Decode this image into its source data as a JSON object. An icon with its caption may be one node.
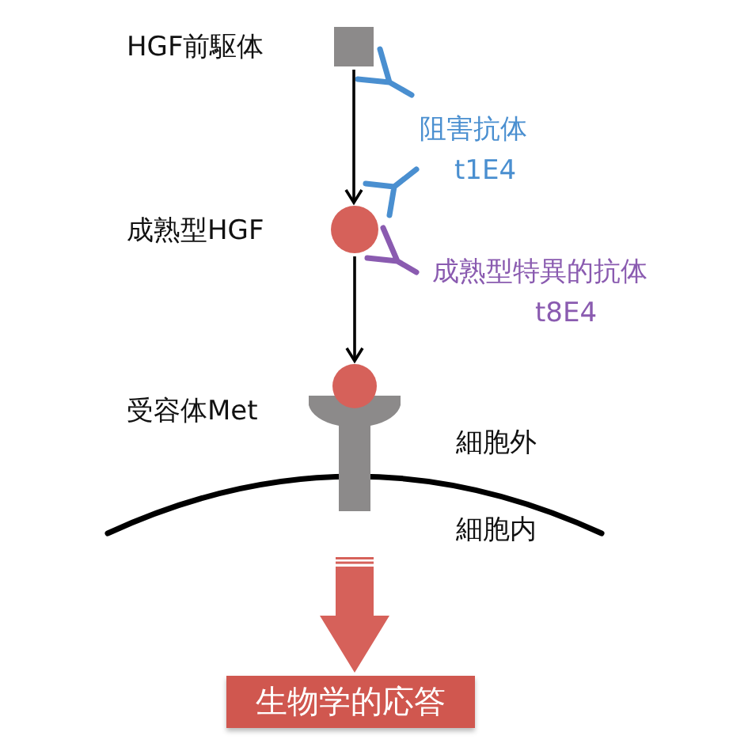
{
  "diagram": {
    "nodes": [
      {
        "text": [],
        "shape": "box",
        "beside": [
          "HGF前駆体"
        ]
      },
      {
        "text": [],
        "shape": "circle",
        "beside": [
          "成熟型HGF"
        ]
      },
      {
        "text": [],
        "shape": "receptor",
        "beside": [
          "受容体Met"
        ]
      },
      {
        "text": [
          "生物学的応答"
        ]
      }
    ],
    "edges": [
      {
        "from": 0,
        "to": 1,
        "arrow": "to"
      },
      {
        "from": 1,
        "to": 2,
        "arrow": "to"
      },
      {
        "from": 2,
        "to": 3,
        "arrow": "to",
        "style": "thick",
        "color": "#d6615a"
      }
    ],
    "labels": [
      "阻害抗体",
      "t1E4",
      "成熟型特異的抗体",
      "t8E4",
      "細胞外",
      "細胞内"
    ]
  }
}
